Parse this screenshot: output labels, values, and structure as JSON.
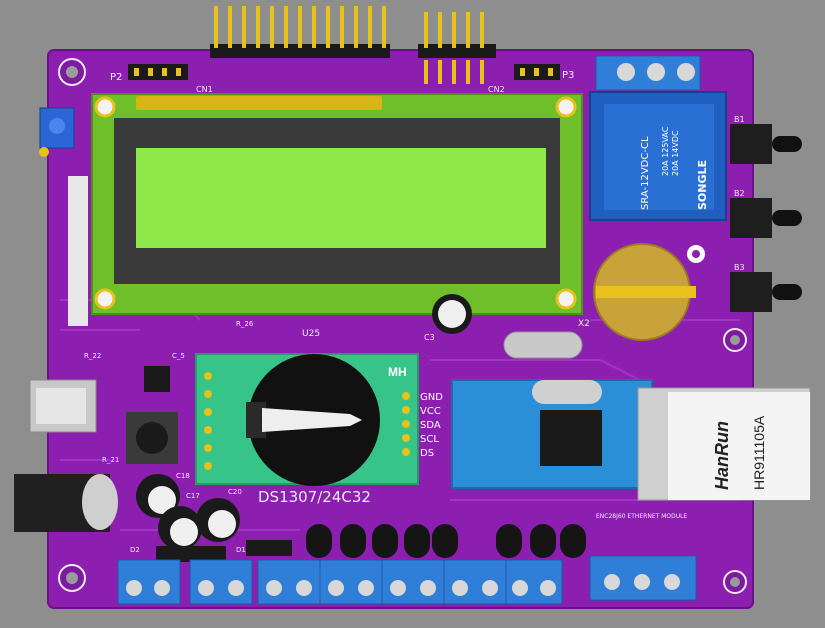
{
  "board": {
    "module_label": "DS1307/24C32",
    "rtc_pins": [
      "GND",
      "VCC",
      "SDA",
      "SCL",
      "DS"
    ],
    "rtc_module_mark": "MH",
    "ethernet_label": "ENC28J60 ETHERNET MODULE",
    "relay": {
      "rating_line1": "20A  14VDC",
      "rating_line2": "20A  125VAC",
      "model": "SRA-12VDC-CL",
      "brand": "SONGLE"
    },
    "magjack": {
      "brand": "HanRun",
      "model": "HR911105A"
    },
    "refs": {
      "p2": "P2",
      "p3": "P3",
      "cn1": "CN1",
      "cn2": "CN2",
      "u25": "U25",
      "x2": "X2",
      "c3": "C3",
      "b1": "B1",
      "b2": "B2",
      "b3": "B3",
      "c17": "C17",
      "c18": "C18",
      "c20": "C20",
      "r26": "R_26",
      "r22": "R_22",
      "r21": "R_21",
      "c5": "C_5",
      "d2": "D2",
      "d1": "D1"
    }
  },
  "colors": {
    "background": "#8e8e8e",
    "pcb": "#8c1fb0",
    "lcd_frame": "#6fbf2a",
    "lcd_screen": "#8fe84a",
    "relay": "#1f5fbf",
    "terminal": "#2f7fd8",
    "rtc_module": "#36c489",
    "ethernet_module": "#2a8fd6",
    "header_pins": "#e8c21a"
  }
}
